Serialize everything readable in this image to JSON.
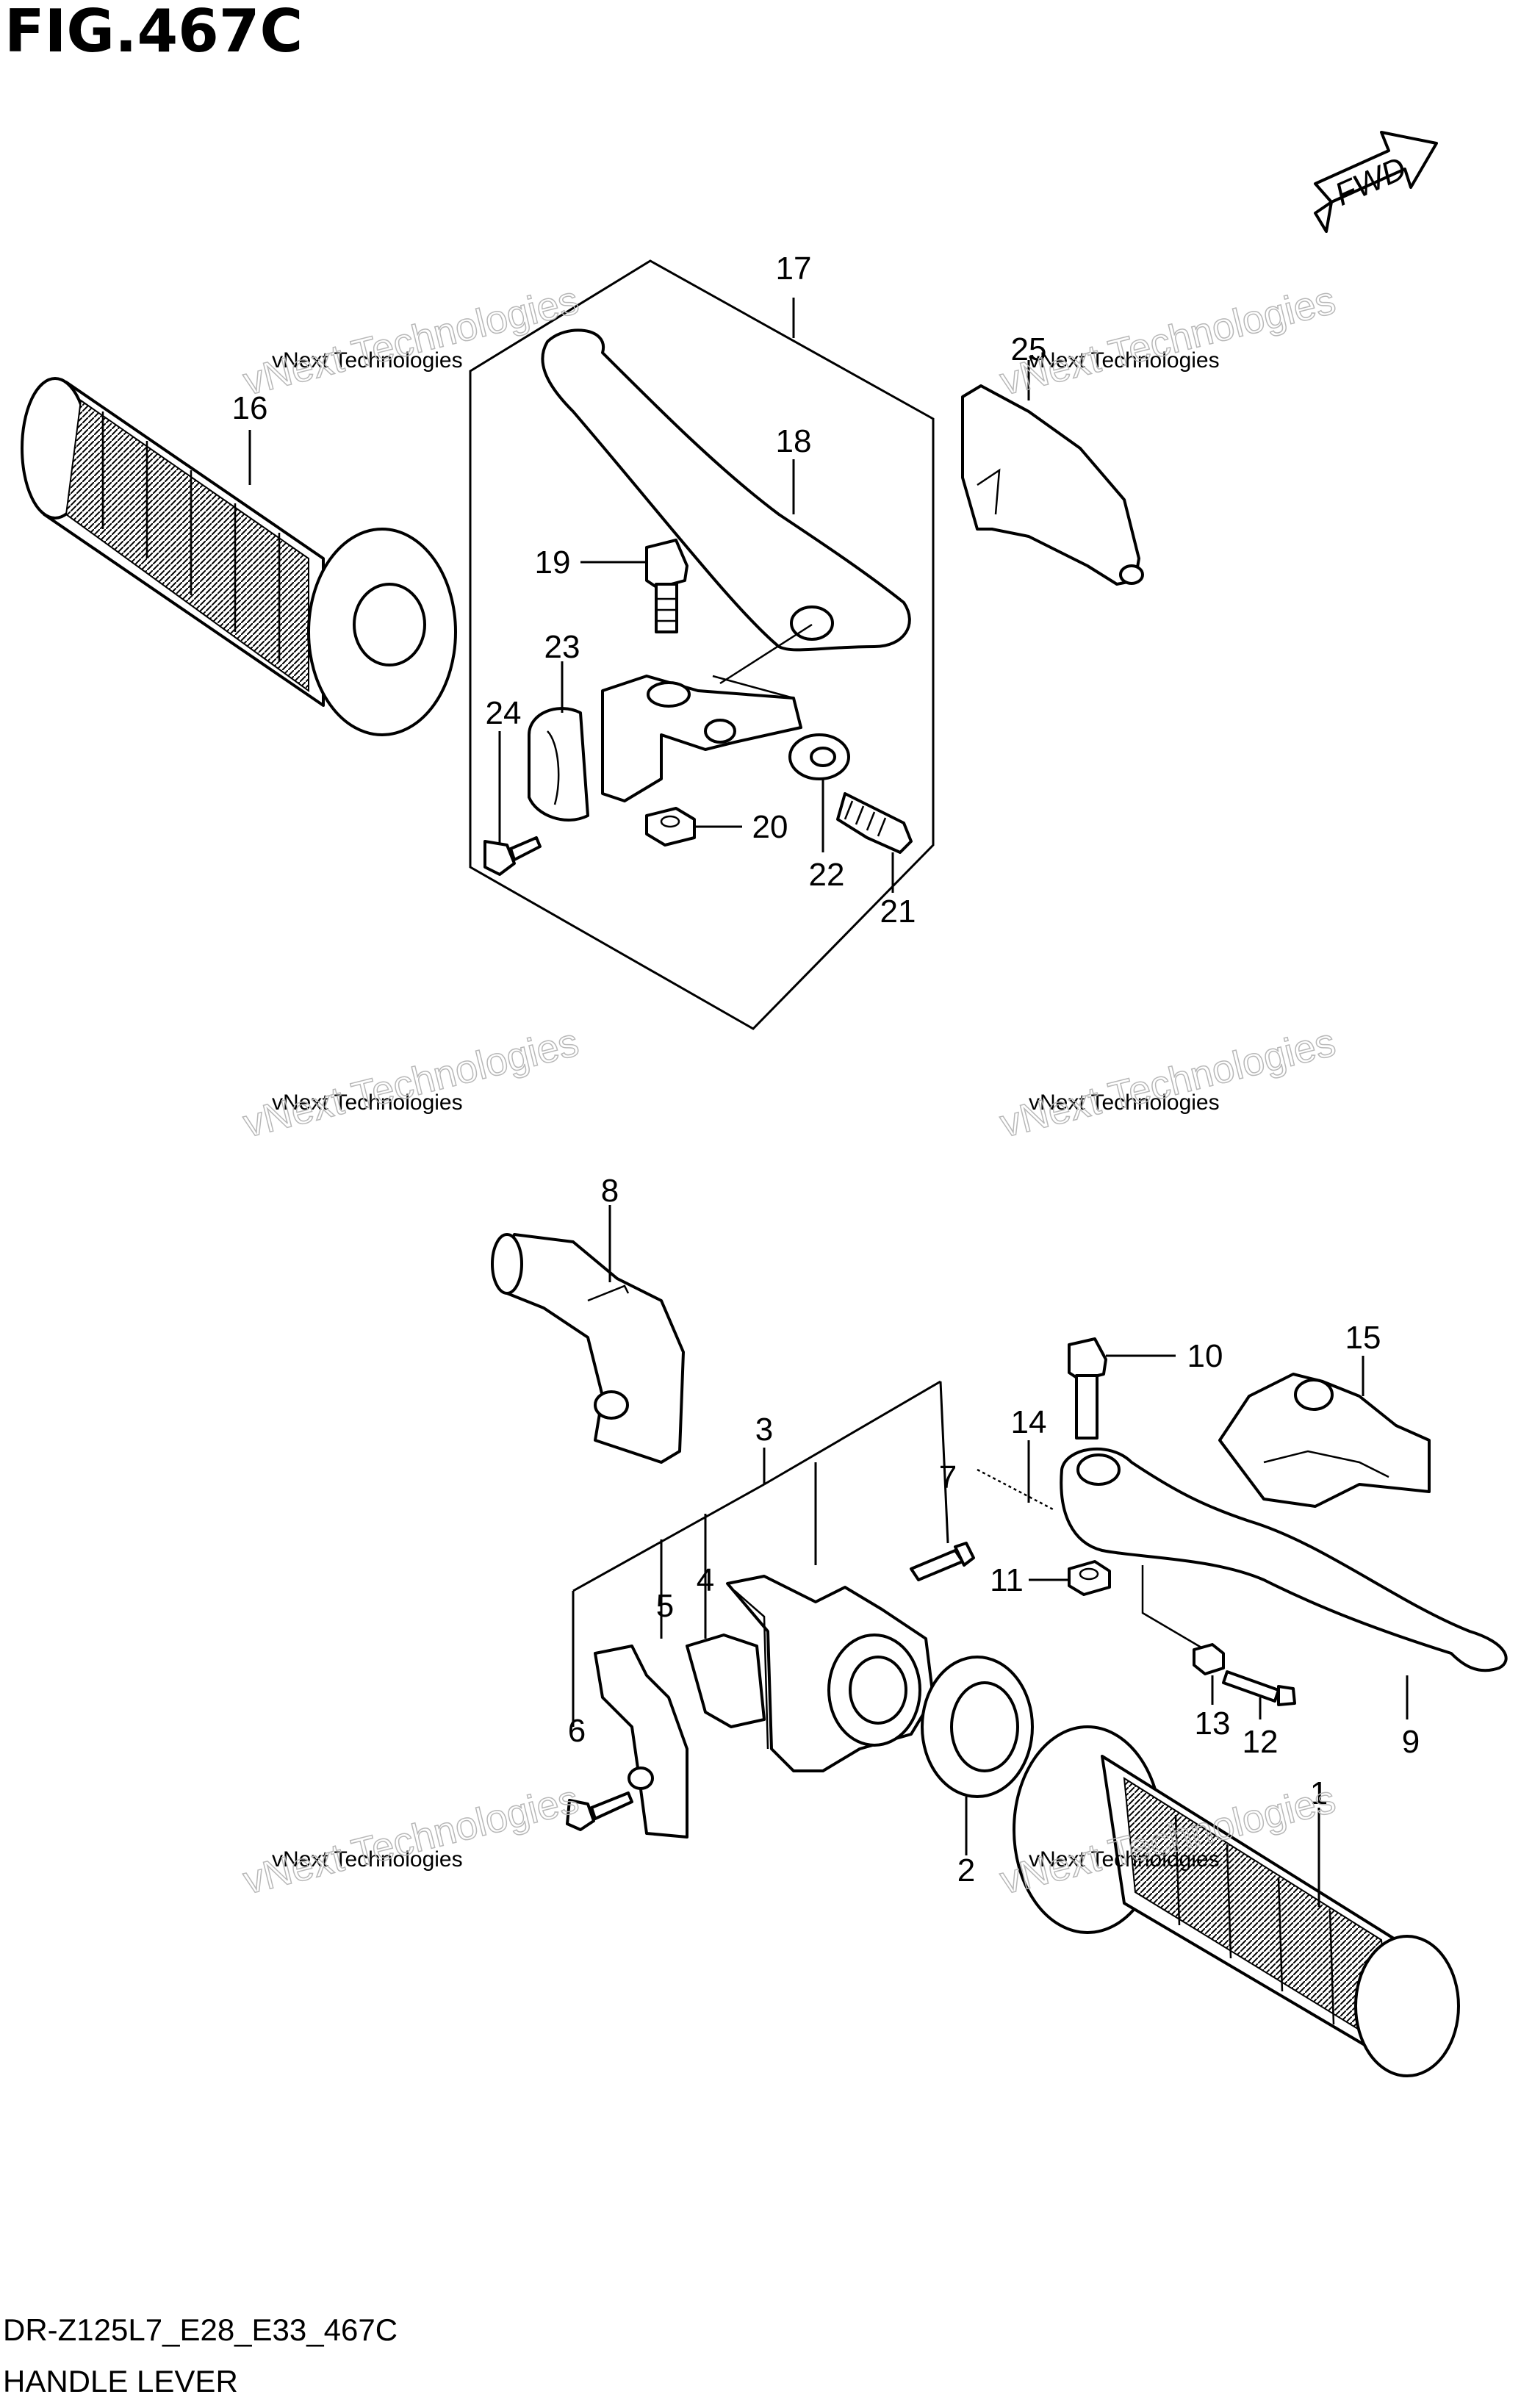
{
  "figure": {
    "title": "FIG.467C",
    "code": "DR-Z125L7_E28_E33_467C",
    "name": "HANDLE LEVER",
    "fwd_label": "FWD"
  },
  "watermark": {
    "line1": "vNext Technologies",
    "line2": "vNext Technologies"
  },
  "parts": {
    "p1": "1",
    "p2": "2",
    "p3": "3",
    "p4": "4",
    "p5": "5",
    "p6": "6",
    "p7": "7",
    "p8": "8",
    "p9": "9",
    "p10": "10",
    "p11": "11",
    "p12": "12",
    "p13": "13",
    "p14": "14",
    "p15": "15",
    "p16": "16",
    "p17": "17",
    "p18": "18",
    "p19": "19",
    "p20": "20",
    "p21": "21",
    "p22": "22",
    "p23": "23",
    "p24": "24",
    "p25": "25"
  }
}
